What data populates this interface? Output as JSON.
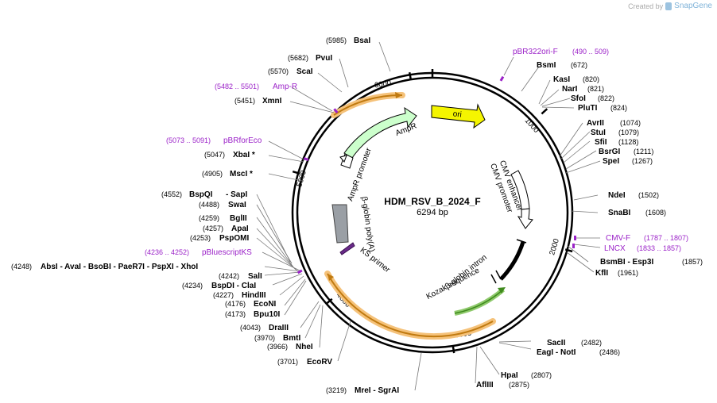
{
  "credit": {
    "prefix": "Created by",
    "brand": "SnapGene"
  },
  "plasmid": {
    "name": "HDM_RSV_B_2024_F",
    "length_label": "6294 bp",
    "length": 6294
  },
  "ticks": [
    "1000",
    "2000",
    "3000",
    "4000",
    "5000",
    "6000"
  ],
  "features": [
    {
      "id": "ori",
      "label": "ori",
      "color": "#f5f500"
    },
    {
      "id": "ampr",
      "label": "AmpR",
      "color": "#ccffcc"
    },
    {
      "id": "ampr_promoter",
      "label": "AmpR promoter"
    },
    {
      "id": "cmv_enhancer",
      "label": "CMV enhancer"
    },
    {
      "id": "cmv_promoter",
      "label": "CMV promoter"
    },
    {
      "id": "beta_globin_polya",
      "label": "β-globin poly(A)",
      "color": "#9a9fa5"
    },
    {
      "id": "ks_primer",
      "label": "KS primer"
    },
    {
      "id": "beta_globin_intron",
      "label": "β-globin intron"
    },
    {
      "id": "kozak",
      "label": "Kozak sequence"
    }
  ],
  "sites": [
    {
      "name": "BsaI",
      "pos": "(5985)"
    },
    {
      "name": "PvuI",
      "pos": "(5682)"
    },
    {
      "name": "ScaI",
      "pos": "(5570)"
    },
    {
      "name": "Amp-R",
      "pos": "(5482 .. 5501)"
    },
    {
      "name": "XmnI",
      "pos": "(5451)"
    },
    {
      "name": "pBRforEco",
      "pos": "(5073 .. 5091)"
    },
    {
      "name": "XbaI *",
      "pos": "(5047)"
    },
    {
      "name": "MscI *",
      "pos": "(4905)"
    },
    {
      "name": "BspQI",
      "pos": "(4552)",
      "extra": "- SapI"
    },
    {
      "name": "SwaI",
      "pos": "(4488)"
    },
    {
      "name": "BglII",
      "pos": "(4259)"
    },
    {
      "name": "ApaI",
      "pos": "(4257)"
    },
    {
      "name": "PspOMI",
      "pos": "(4253)"
    },
    {
      "name": "pBluescriptKS",
      "pos": "(4236 .. 4252)"
    },
    {
      "name": "AbsI - AvaI - BsoBI - PaeR7I - PspXI - XhoI",
      "pos": "(4248)"
    },
    {
      "name": "SalI",
      "pos": "(4242)"
    },
    {
      "name": "BspDI - ClaI",
      "pos": "(4234)"
    },
    {
      "name": "HindIII",
      "pos": "(4227)"
    },
    {
      "name": "EcoNI",
      "pos": "(4176)"
    },
    {
      "name": "Bpu10I",
      "pos": "(4173)"
    },
    {
      "name": "DraIII",
      "pos": "(4043)"
    },
    {
      "name": "BmtI",
      "pos": "(3970)"
    },
    {
      "name": "NheI",
      "pos": "(3966)"
    },
    {
      "name": "EcoRV",
      "pos": "(3701)"
    },
    {
      "name": "MreI - SgrAI",
      "pos": "(3219)"
    },
    {
      "name": "AflIII",
      "pos": "(2875)"
    },
    {
      "name": "HpaI",
      "pos": "(2807)"
    },
    {
      "name": "EagI - NotI",
      "pos": "(2486)"
    },
    {
      "name": "SacII",
      "pos": "(2482)"
    },
    {
      "name": "KflI",
      "pos": "(1961)"
    },
    {
      "name": "BsmBI - Esp3I",
      "pos": "(1857)"
    },
    {
      "name": "LNCX",
      "pos": "(1833 .. 1857)"
    },
    {
      "name": "CMV-F",
      "pos": "(1787 .. 1807)"
    },
    {
      "name": "SnaBI",
      "pos": "(1608)"
    },
    {
      "name": "NdeI",
      "pos": "(1502)"
    },
    {
      "name": "SpeI",
      "pos": "(1267)"
    },
    {
      "name": "BsrGI",
      "pos": "(1211)"
    },
    {
      "name": "SfiI",
      "pos": "(1128)"
    },
    {
      "name": "StuI",
      "pos": "(1079)"
    },
    {
      "name": "AvrII",
      "pos": "(1074)"
    },
    {
      "name": "PluTI",
      "pos": "(824)"
    },
    {
      "name": "SfoI",
      "pos": "(822)"
    },
    {
      "name": "NarI",
      "pos": "(821)"
    },
    {
      "name": "KasI",
      "pos": "(820)"
    },
    {
      "name": "BsmI",
      "pos": "(672)"
    },
    {
      "name": "pBR322ori-F",
      "pos": "(490 .. 509)"
    }
  ]
}
